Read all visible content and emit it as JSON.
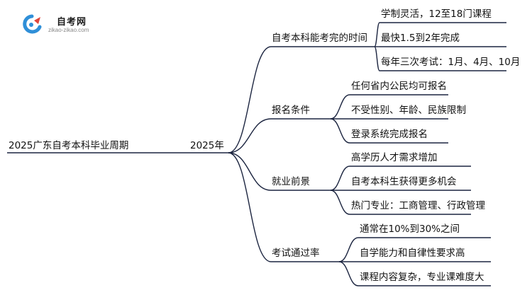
{
  "logo": {
    "title": "自考网",
    "url": "zikao-zikao.com"
  },
  "mindmap": {
    "root": "2025广东自考本科毕业周期",
    "center": "2025年",
    "branches": [
      {
        "label": "自考本科能考完的时间",
        "children": [
          "学制灵活，12至18门课程",
          "最快1.5到2年完成",
          "每年三次考试：1月、4月、10月"
        ]
      },
      {
        "label": "报名条件",
        "children": [
          "任何省内公民均可报名",
          "不受性别、年龄、民族限制",
          "登录系统完成报名"
        ]
      },
      {
        "label": "就业前景",
        "children": [
          "高学历人才需求增加",
          "自考本科生获得更多机会",
          "热门专业：工商管理、行政管理"
        ]
      },
      {
        "label": "考试通过率",
        "children": [
          "通常在10%到30%之间",
          "自学能力和自律性要求高",
          "课程内容复杂，专业课难度大"
        ]
      }
    ]
  },
  "colors": {
    "line": "#1c2540",
    "logo_blue": "#2f8fd8",
    "logo_red": "#e0463b"
  }
}
